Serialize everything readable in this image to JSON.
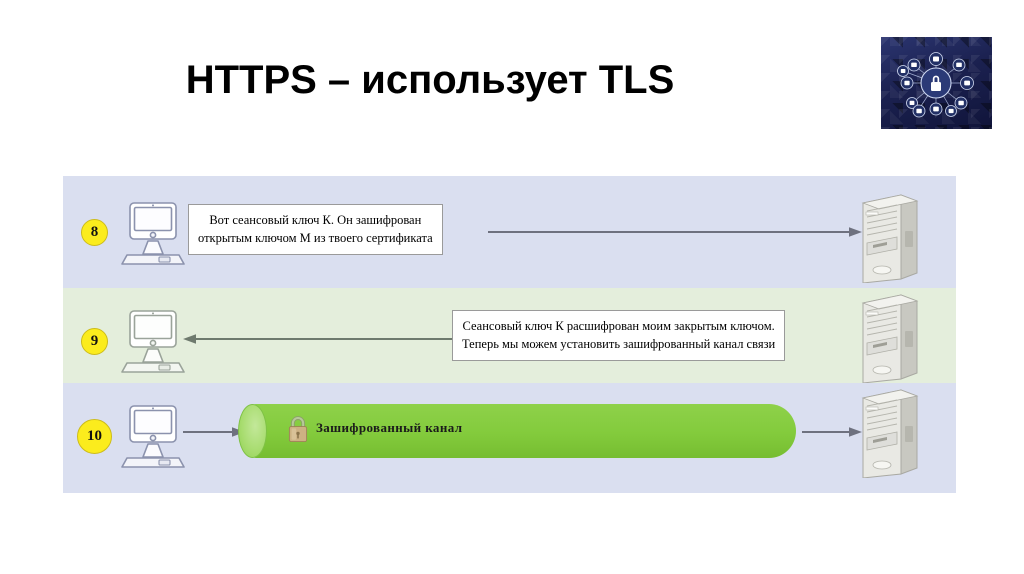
{
  "slide": {
    "title": "HTTPS – использует TLS"
  },
  "hero_image": {
    "name": "security-network-padlock-thumbnail",
    "description": "Тёмно-синее изображение: центральный замок, соединённый линиями с иконками",
    "background_color": "#1b2150",
    "accent_color": "#ffffff"
  },
  "diagram": {
    "rows": [
      {
        "step": "8",
        "badge_size": "small",
        "background_color": "#dadff0",
        "client_icon": "desktop-computer-icon",
        "server_icon": "server-tower-icon",
        "arrow_direction": "right",
        "message_lines": [
          "Вот сеансовый ключ К. Он зашифрован",
          "открытым ключом М из твоего сертификата"
        ]
      },
      {
        "step": "9",
        "badge_size": "small",
        "background_color": "#e4eedc",
        "client_icon": "desktop-computer-icon",
        "server_icon": "server-tower-icon",
        "arrow_direction": "left",
        "message_lines": [
          "Сеансовый ключ К расшифрован моим закрытым ключом.",
          "Теперь мы можем установить зашифрованный канал связи"
        ]
      },
      {
        "step": "10",
        "badge_size": "large",
        "background_color": "#dadff0",
        "client_icon": "desktop-computer-icon",
        "server_icon": "server-tower-icon",
        "arrow_direction": "right",
        "channel_label": "Зашифрованный канал",
        "channel_icon": "padlock-icon",
        "channel_color": "#83cb3c"
      }
    ]
  }
}
